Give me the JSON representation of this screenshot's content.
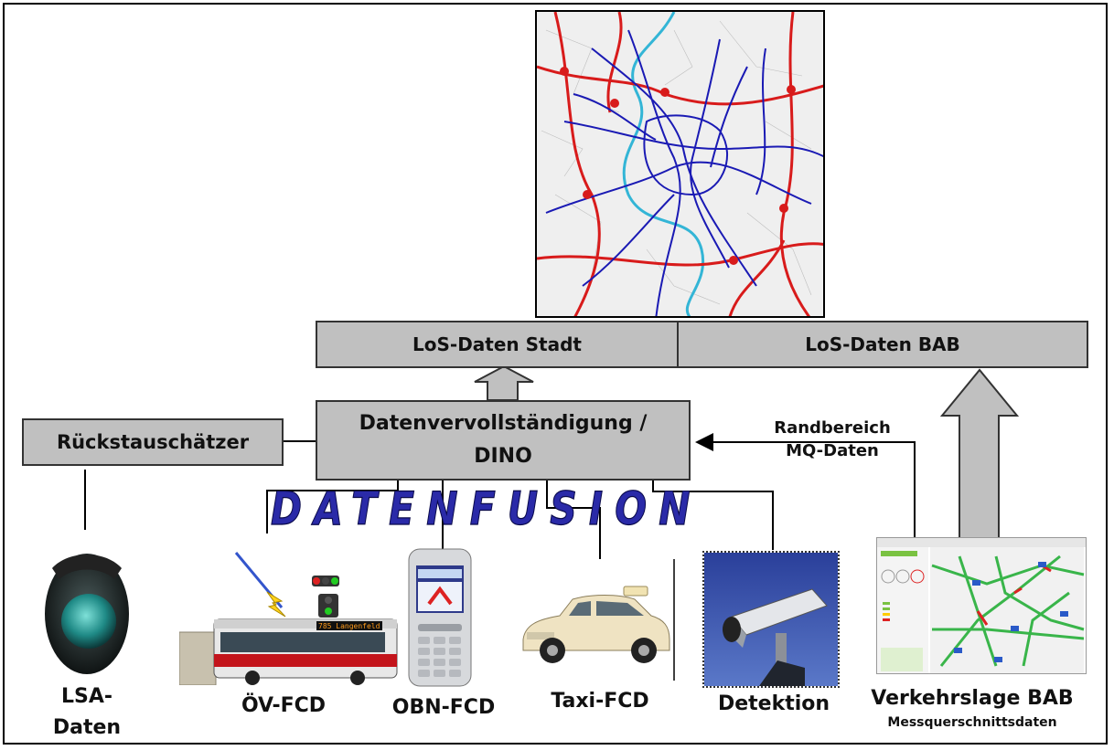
{
  "boxes": {
    "los_stadt": "LoS-Daten Stadt",
    "los_bab": "LoS-Daten BAB",
    "dino": "Datenvervollständigung / DINO",
    "rueckstau": "Rückstauschätzer"
  },
  "fusion_label": "DATENFUSION",
  "edge_label": {
    "line1": "Randbereich",
    "line2": "MQ-Daten"
  },
  "sources": {
    "lsa_line1": "LSA-",
    "lsa_line2": "Daten",
    "oev": "ÖV-FCD",
    "obn": "OBN-FCD",
    "taxi": "Taxi-FCD",
    "detektion": "Detektion",
    "bab": "Verkehrslage BAB",
    "bab_sub": "Messquerschnittsdaten"
  },
  "bus_sign": "785 Langenfeld",
  "colors": {
    "box_fill": "#c0c0c0",
    "fusion_text": "#2a2aa8",
    "road_main": "#d81b1b",
    "road_city": "#1a1ab4",
    "river": "#33b5d6"
  },
  "icons": [
    "traffic-light-icon",
    "bus-icon",
    "mobile-phone-icon",
    "taxi-icon",
    "camera-icon",
    "traffic-map-screenshot-icon",
    "city-map-image"
  ]
}
